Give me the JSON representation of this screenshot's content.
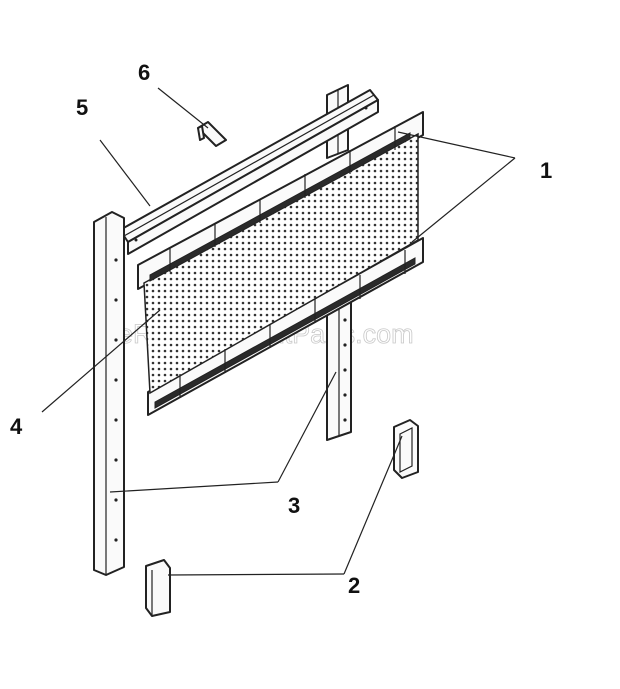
{
  "diagram": {
    "watermark": "eReplacementParts.com",
    "callouts": [
      {
        "id": "1",
        "label": "1"
      },
      {
        "id": "2",
        "label": "2"
      },
      {
        "id": "3",
        "label": "3"
      },
      {
        "id": "4",
        "label": "4"
      },
      {
        "id": "5",
        "label": "5"
      },
      {
        "id": "6",
        "label": "6"
      }
    ]
  }
}
